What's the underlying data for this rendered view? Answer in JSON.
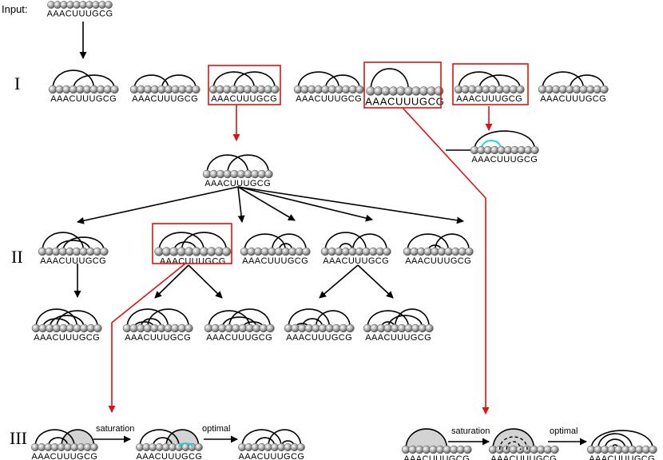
{
  "input_label": "Input:",
  "sequence": "AAACUUUGCG",
  "levels": {
    "one": "I",
    "two": "II",
    "three": "III"
  },
  "transitions": {
    "saturation": "saturation",
    "optimal": "optimal"
  },
  "colors": {
    "selection_box": "#e01010",
    "new_arc": "#19d7e6",
    "bead_fill": "#a0a0a0",
    "shaded_region": "#d3d3d3"
  }
}
